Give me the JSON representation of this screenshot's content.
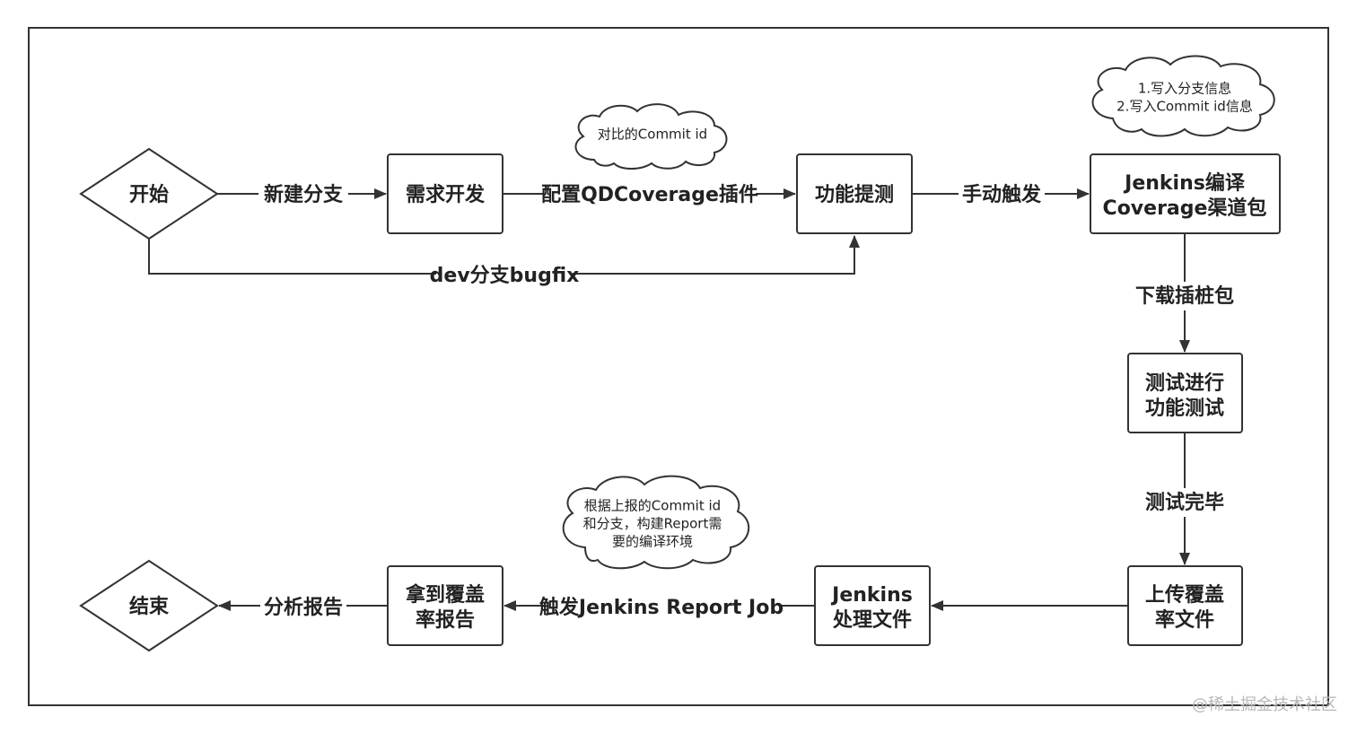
{
  "colors": {
    "stroke": "#333333",
    "text": "#222222",
    "watermark": "#b8b8b8",
    "background": "#ffffff"
  },
  "nodes": {
    "start": "开始",
    "req_dev": "需求开发",
    "func_test": "功能提测",
    "jenkins_compile": [
      "Jenkins编译",
      "Coverage渠道包"
    ],
    "run_test": [
      "测试进行",
      "功能测试"
    ],
    "upload": [
      "上传覆盖",
      "率文件"
    ],
    "jenkins_process": [
      "Jenkins",
      "处理文件"
    ],
    "get_report": [
      "拿到覆盖",
      "率报告"
    ],
    "end": "结束"
  },
  "edges": {
    "new_branch": "新建分支",
    "config_plugin": "配置QDCoverage插件",
    "manual_trigger": "手动触发",
    "dev_bugfix": "dev分支bugfix",
    "download_pkg": "下载插桩包",
    "test_done": "测试完毕",
    "trigger_report": "触发Jenkins Report Job",
    "analyze_report": "分析报告"
  },
  "clouds": {
    "commit_compare": [
      "对比的Commit id"
    ],
    "write_info": [
      "1.写入分支信息",
      "2.写入Commit id信息"
    ],
    "report_env": [
      "根据上报的Commit id",
      "和分支，构建Report需",
      "要的编译环境"
    ]
  },
  "watermark": "@稀土掘金技术社区"
}
